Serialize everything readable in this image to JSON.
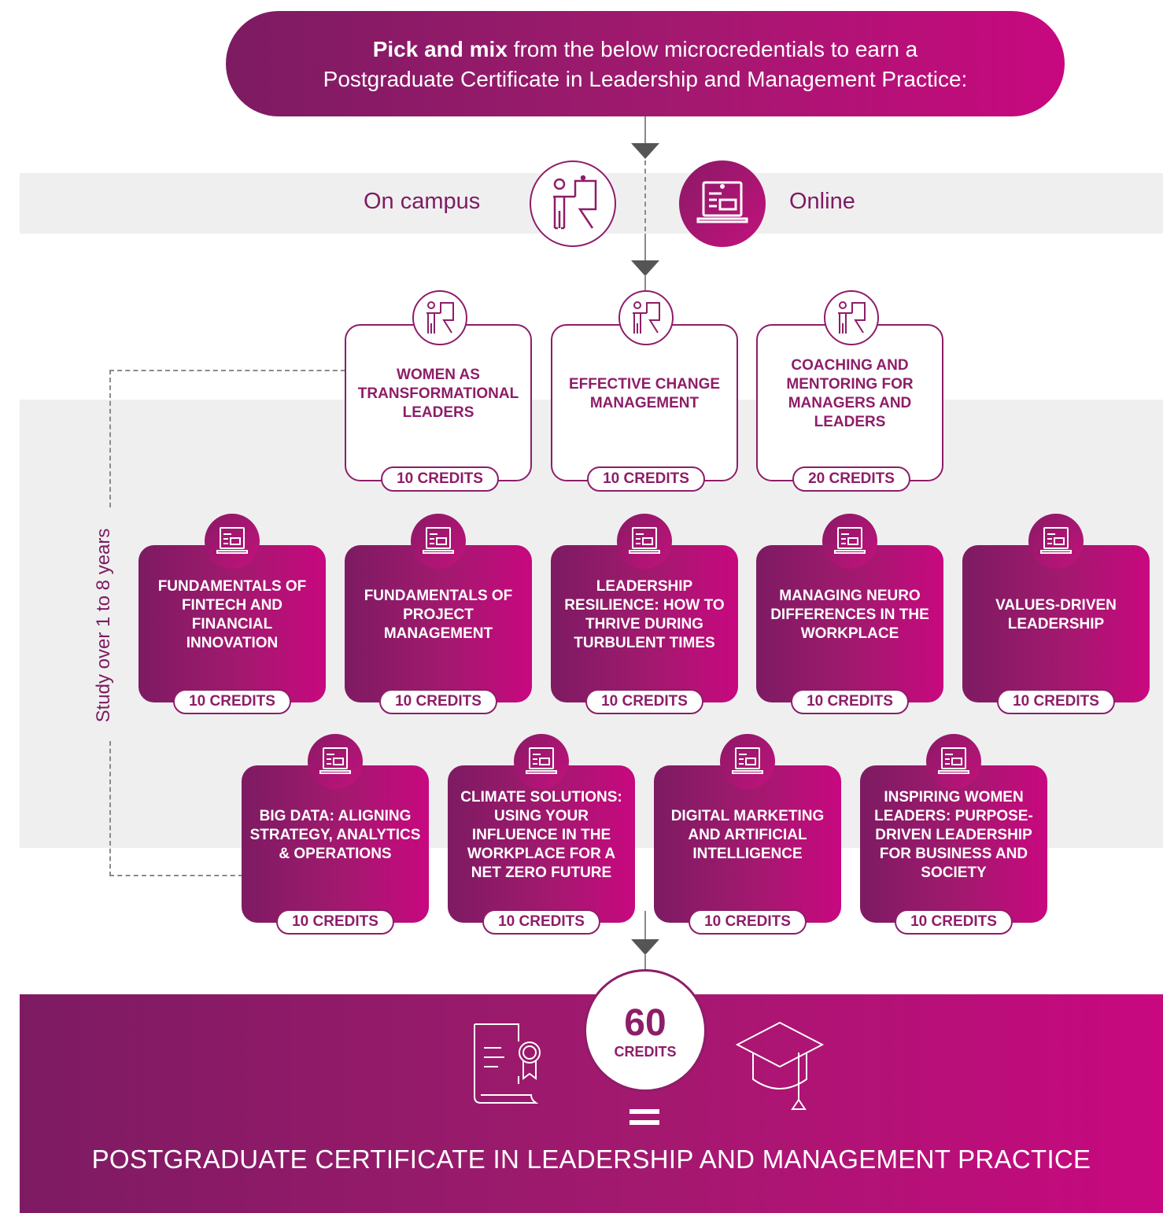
{
  "header": {
    "bold": "Pick and mix",
    "line1_rest": " from the below microcredentials to earn a",
    "line2": "Postgraduate Certificate in Leadership and Management Practice:"
  },
  "modes": {
    "campus": "On campus",
    "online": "Online"
  },
  "side_label": "Study over 1 to 8 years",
  "campus_courses": [
    {
      "title": "Women as transformational leaders",
      "credits": "10 CREDITS"
    },
    {
      "title": "Effective change management",
      "credits": "10 CREDITS"
    },
    {
      "title": "Coaching and mentoring for managers and leaders",
      "credits": "20 CREDITS"
    }
  ],
  "online_row1": [
    {
      "title": "Fundamentals of Fintech and Financial Innovation",
      "credits": "10 CREDITS"
    },
    {
      "title": "Fundamentals of project management",
      "credits": "10 CREDITS"
    },
    {
      "title": "Leadership resilience: how to thrive during turbulent times",
      "credits": "10 CREDITS"
    },
    {
      "title": "Managing neuro differences in the workplace",
      "credits": "10 CREDITS"
    },
    {
      "title": "Values-driven leadership",
      "credits": "10 CREDITS"
    }
  ],
  "online_row2": [
    {
      "title": "Big data: aligning strategy, analytics & operations",
      "credits": "10 CREDITS"
    },
    {
      "title": "Climate solutions: using your influence in the workplace for a net zero future",
      "credits": "10 CREDITS"
    },
    {
      "title": "Digital marketing and artificial intelligence",
      "credits": "10 CREDITS"
    },
    {
      "title": "Inspiring women leaders: purpose-driven leadership for business and society",
      "credits": "10 CREDITS"
    }
  ],
  "total": {
    "number": "60",
    "label": "CREDITS"
  },
  "footer_title": "POSTGRADUATE CERTIFICATE IN LEADERSHIP AND MANAGEMENT PRACTICE",
  "colors": {
    "brand_dark": "#7d1b62",
    "brand_light": "#c8087f",
    "band": "#efefef"
  }
}
